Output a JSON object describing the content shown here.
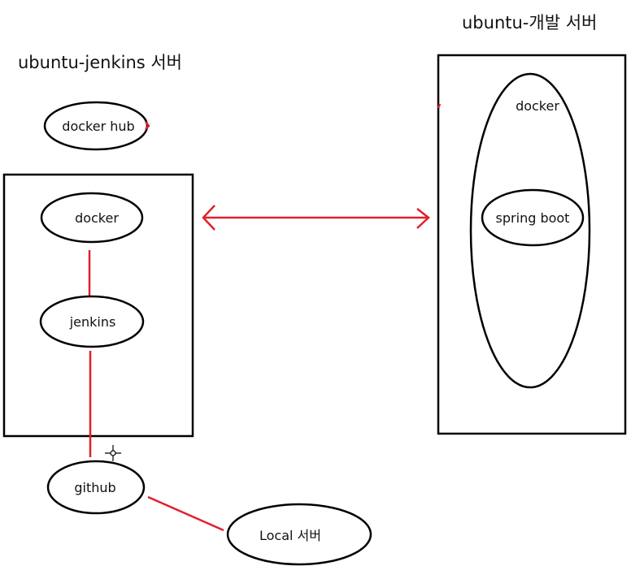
{
  "titles": {
    "jenkins_server": "ubuntu-jenkins 서버",
    "dev_server": "ubuntu-개발 서버"
  },
  "nodes": {
    "docker_hub": "docker hub",
    "jenkins_docker": "docker",
    "jenkins": "jenkins",
    "github": "github",
    "local_server": "Local 서버",
    "dev_docker": "docker",
    "spring_boot": "spring boot"
  },
  "colors": {
    "connector": "#e0202a",
    "outline": "#000000",
    "background": "#ffffff"
  }
}
